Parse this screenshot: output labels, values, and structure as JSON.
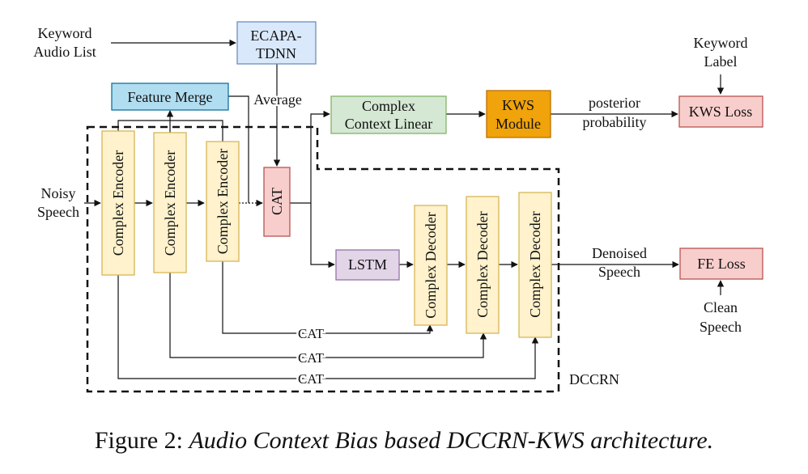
{
  "inputs": {
    "keyword_audio_list": [
      "Keyword",
      "Audio List"
    ],
    "noisy_speech": [
      "Noisy",
      "Speech"
    ],
    "keyword_label": [
      "Keyword",
      "Label"
    ],
    "clean_speech": [
      "Clean",
      "Speech"
    ]
  },
  "blocks": {
    "ecapa_tdnn": [
      "ECAPA-",
      "TDNN"
    ],
    "feature_merge": "Feature Merge",
    "average": "Average",
    "complex_context_linear": [
      "Complex",
      "Context Linear"
    ],
    "kws_module": [
      "KWS",
      "Module"
    ],
    "kws_loss": "KWS Loss",
    "fe_loss": "FE Loss",
    "cat_block": "CAT",
    "lstm": "LSTM",
    "encoder": "Complex Encoder",
    "decoder": "Complex Decoder"
  },
  "labels": {
    "posterior_probability": [
      "posterior",
      "probability"
    ],
    "denoised_speech": [
      "Denoised",
      "Speech"
    ],
    "skip_cat": "CAT",
    "dccrn": "DCCRN"
  },
  "caption": {
    "prefix": "Figure 2: ",
    "title": "Audio Context Bias based DCCRN-KWS architecture."
  },
  "colors": {
    "ecapa_fill": "#dae8fc",
    "ecapa_stroke": "#6c8ebf",
    "feature_merge_fill": "#b1ddf0",
    "feature_merge_stroke": "#10739e",
    "context_linear_fill": "#d5e8d4",
    "context_linear_stroke": "#82b366",
    "kws_module_fill": "#f0a30a",
    "kws_module_stroke": "#bd7000",
    "loss_fill": "#f8cecc",
    "loss_stroke": "#b85450",
    "coder_fill": "#fff2cc",
    "coder_stroke": "#d6b656",
    "lstm_fill": "#e1d5e7",
    "lstm_stroke": "#9673a6"
  }
}
